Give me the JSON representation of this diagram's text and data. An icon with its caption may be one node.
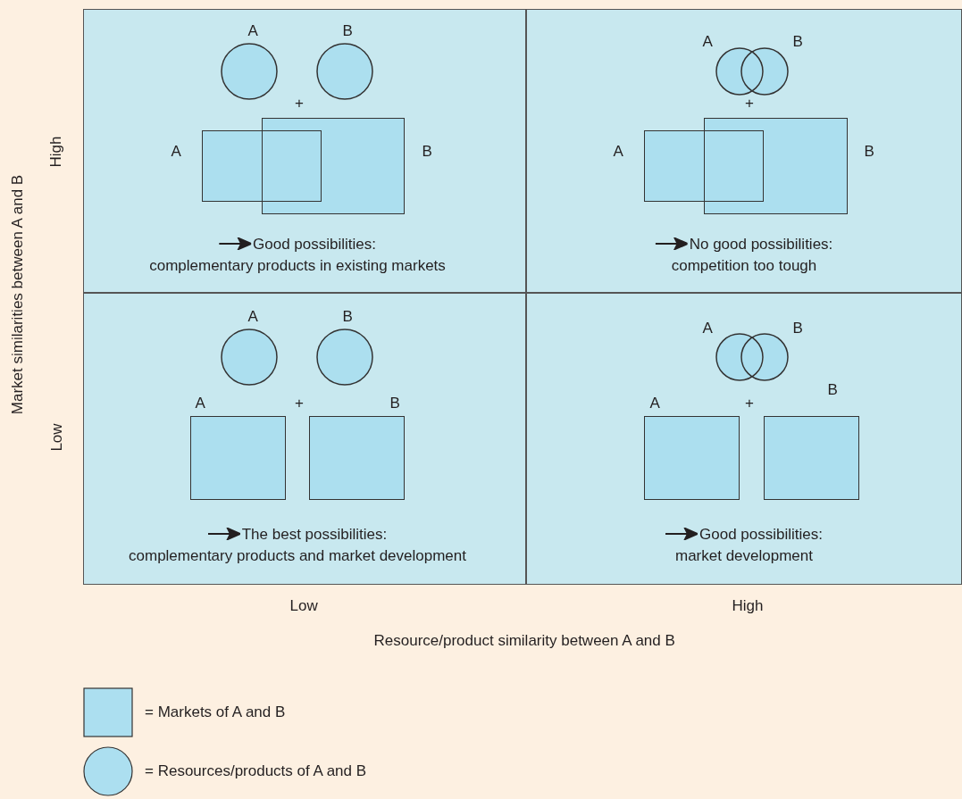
{
  "diagram": {
    "nodes": [
      {
        "text": [
          "Good possibilities:",
          "complementary products in existing markets"
        ]
      },
      {
        "text": [],
        "shape": "circle",
        "in": 0,
        "beside": [
          "A"
        ]
      },
      {
        "text": [],
        "shape": "circle",
        "in": 0,
        "beside": [
          "B"
        ]
      },
      {
        "text": [],
        "shape": "box",
        "in": 0,
        "beside": [
          "A"
        ]
      },
      {
        "text": [],
        "shape": "box",
        "in": 0,
        "beside": [
          "B"
        ]
      },
      {
        "text": [
          "No good possibilities:",
          "competition too tough"
        ]
      },
      {
        "text": [],
        "shape": "circle",
        "in": 5,
        "beside": [
          "A"
        ]
      },
      {
        "text": [],
        "shape": "circle",
        "in": 5,
        "beside": [
          "B"
        ]
      },
      {
        "text": [],
        "shape": "box",
        "in": 5,
        "beside": [
          "A"
        ]
      },
      {
        "text": [],
        "shape": "box",
        "in": 5,
        "beside": [
          "B"
        ]
      },
      {
        "text": [
          "The best possibilities:",
          "complementary products and market development"
        ]
      },
      {
        "text": [],
        "shape": "circle",
        "in": 10,
        "beside": [
          "A"
        ]
      },
      {
        "text": [],
        "shape": "circle",
        "in": 10,
        "beside": [
          "B"
        ]
      },
      {
        "text": [],
        "shape": "box",
        "in": 10,
        "beside": [
          "A"
        ]
      },
      {
        "text": [],
        "shape": "box",
        "in": 10,
        "beside": [
          "B"
        ]
      },
      {
        "text": [
          "Good possibilities:",
          "market development"
        ]
      },
      {
        "text": [],
        "shape": "circle",
        "in": 15,
        "beside": [
          "A"
        ]
      },
      {
        "text": [],
        "shape": "circle",
        "in": 15,
        "beside": [
          "B"
        ]
      },
      {
        "text": [],
        "shape": "box",
        "in": 15,
        "beside": [
          "A"
        ]
      },
      {
        "text": [],
        "shape": "box",
        "in": 15,
        "beside": [
          "B"
        ]
      }
    ],
    "edges": [],
    "labels": [
      "Market similarities between A and B",
      "High",
      "+",
      "+",
      "Low",
      "+",
      "+",
      "Low",
      "High",
      "Resource/product similarity between A and B"
    ],
    "legend": [
      {
        "text": "= Markets of A and B"
      },
      {
        "text": "= Resources/products of A and B"
      }
    ]
  }
}
